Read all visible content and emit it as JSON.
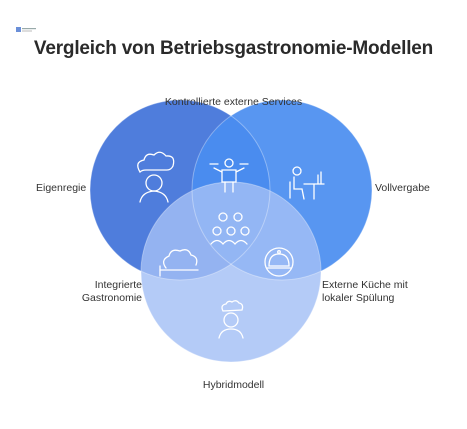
{
  "title": "Vergleich von Betriebsgastronomie-Modellen",
  "colors": {
    "left": "#4f7ddc",
    "right": "#4a8df0",
    "bottom": "#9fbcf3",
    "icon": "#ffffff"
  },
  "labels": {
    "top": "Kontrollierte externe Services",
    "left": "Eigenregie",
    "right": "Vollvergabe",
    "bottom_left_1": "Integrierte",
    "bottom_left_2": "Gastronomie",
    "bottom_right_1": "Externe Küche mit",
    "bottom_right_2": "lokaler Spülung",
    "bottom": "Hybridmodell"
  }
}
